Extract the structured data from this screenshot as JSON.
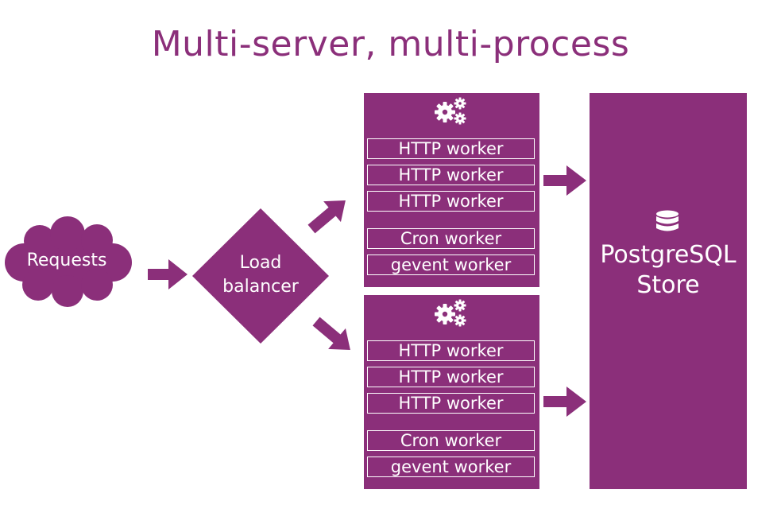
{
  "title": "Multi-server, multi-process",
  "requests_label": "Requests",
  "load_balancer": {
    "line1": "Load",
    "line2": "balancer"
  },
  "servers": [
    {
      "workers": [
        "HTTP worker",
        "HTTP worker",
        "HTTP worker",
        "Cron worker",
        "gevent worker"
      ]
    },
    {
      "workers": [
        "HTTP worker",
        "HTTP worker",
        "HTTP worker",
        "Cron worker",
        "gevent worker"
      ]
    }
  ],
  "store": {
    "line1": "PostgreSQL",
    "line2": "Store"
  },
  "colors": {
    "accent": "#8b2f7a",
    "text_on_accent": "#ffffff"
  },
  "icons": {
    "server": "gears-icon",
    "store": "database-icon"
  }
}
